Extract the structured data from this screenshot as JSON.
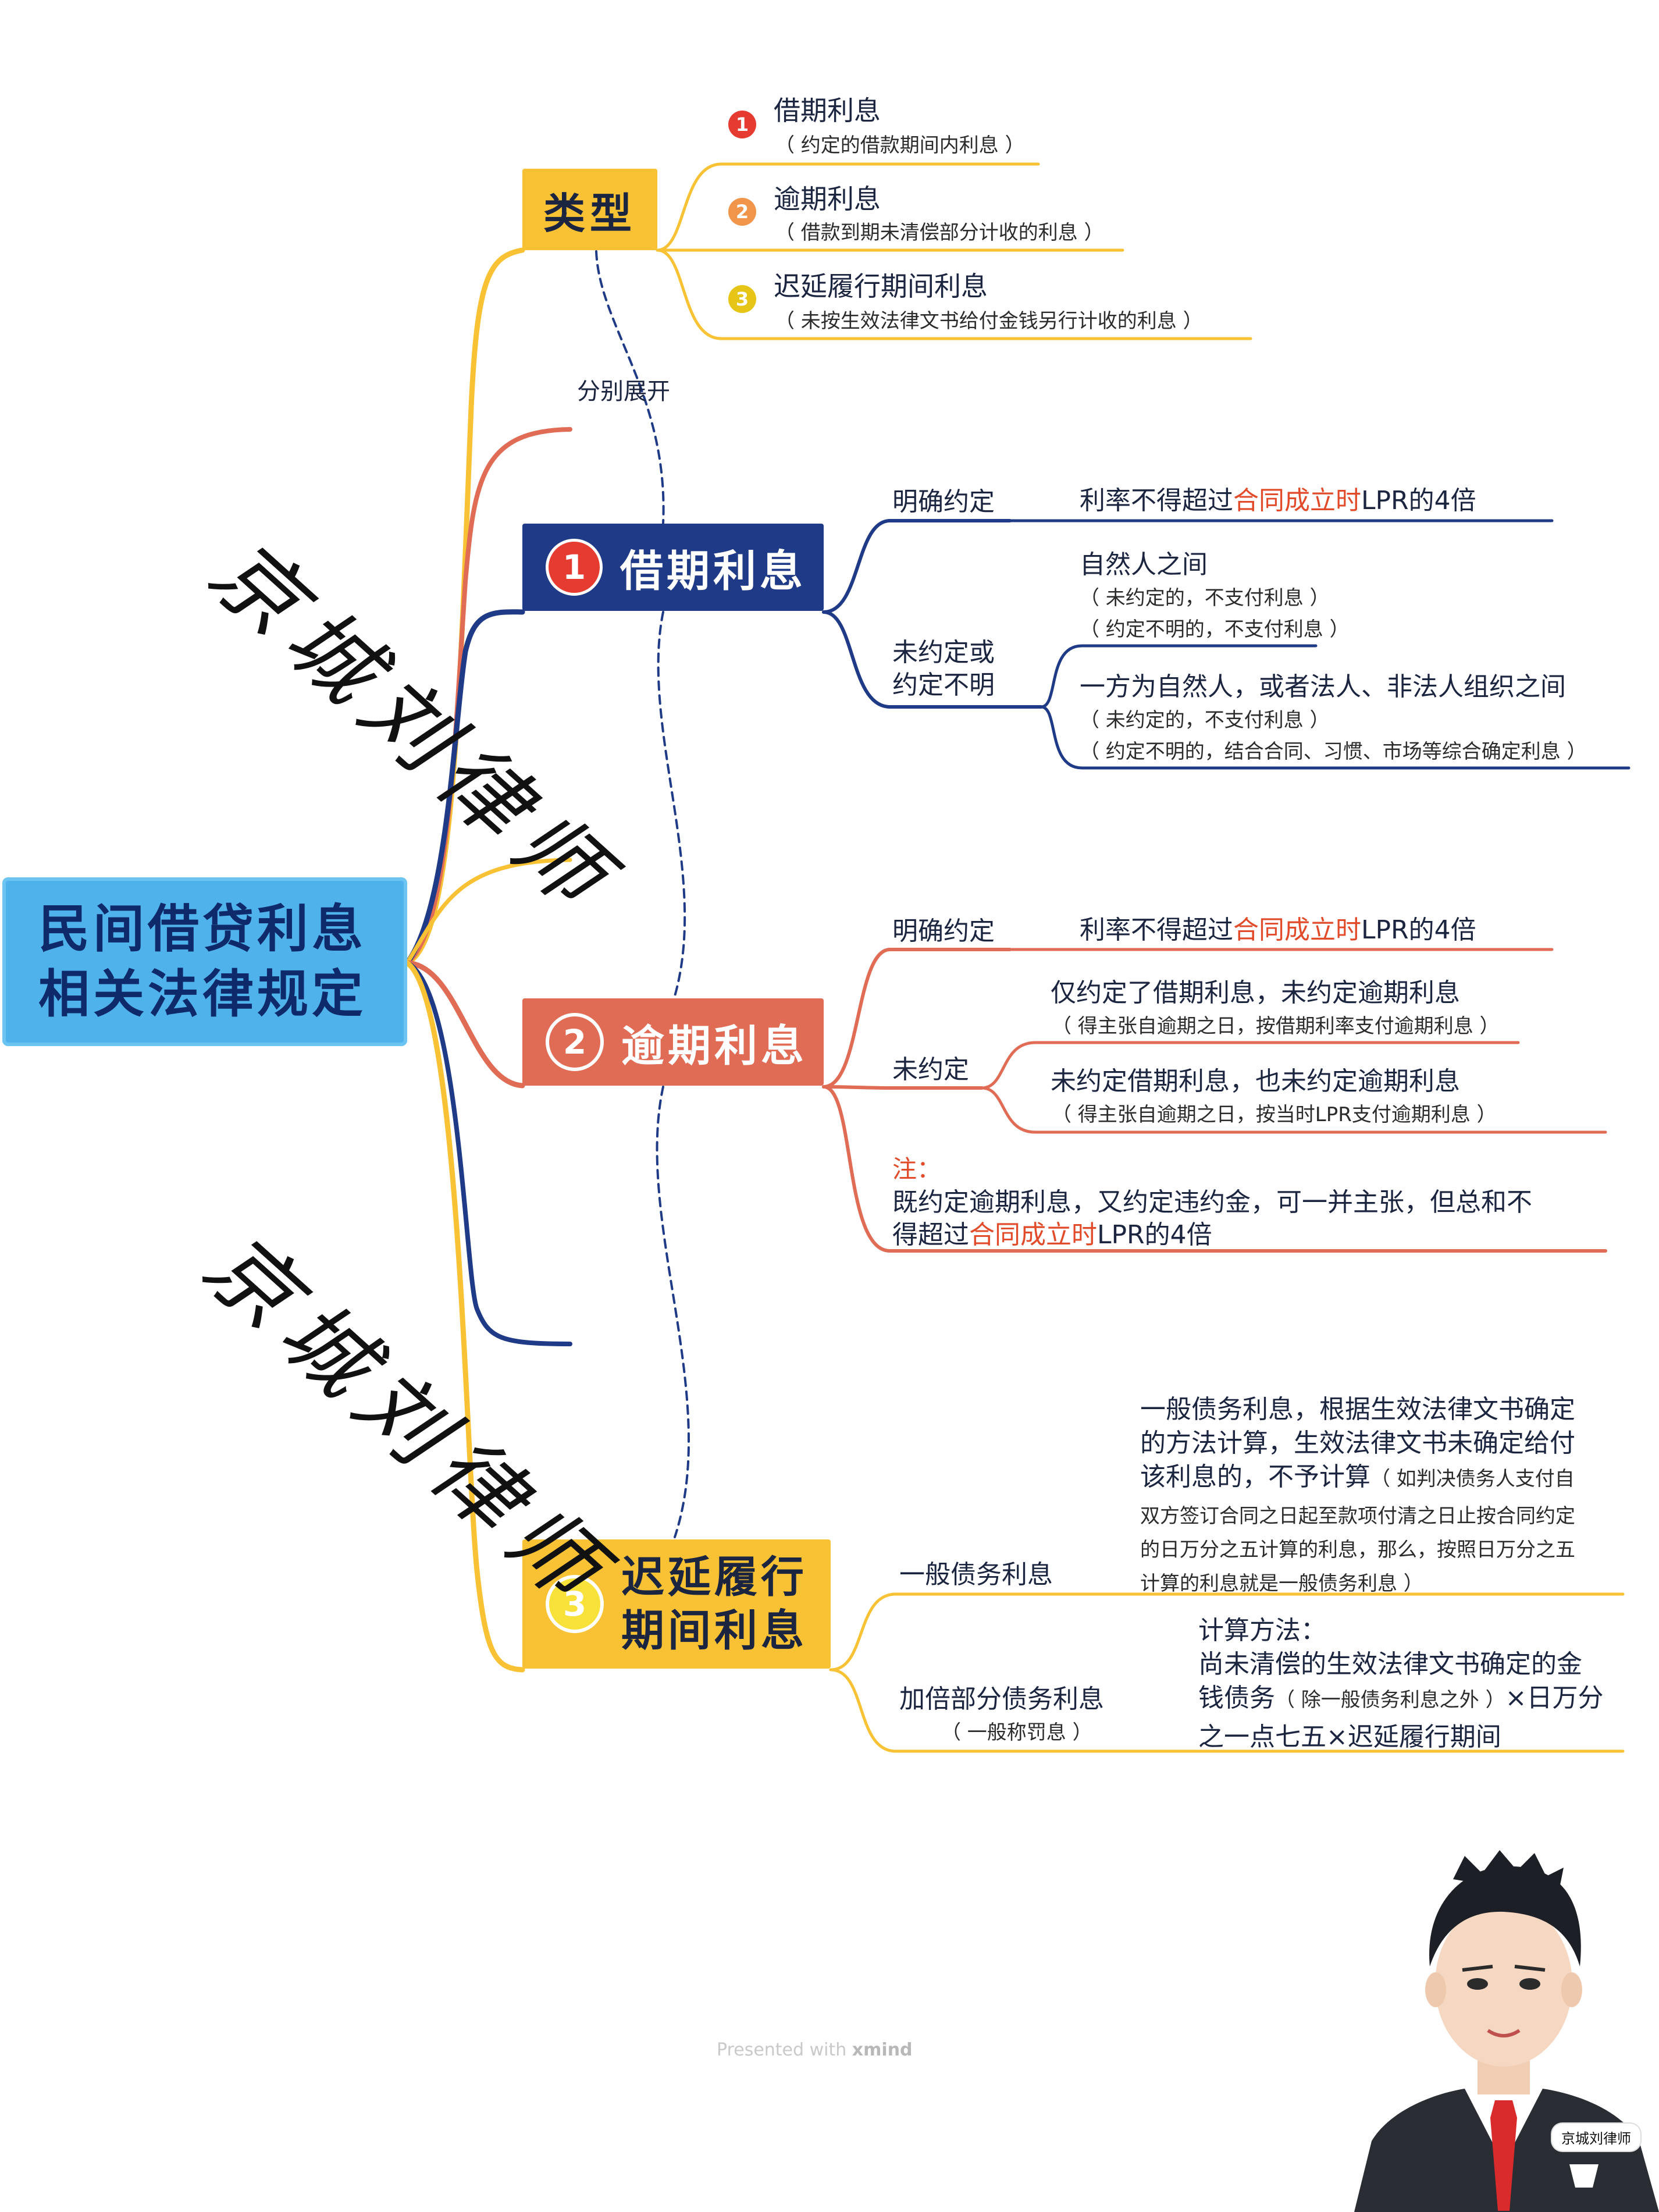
{
  "root": {
    "line1": "民间借贷利息",
    "line2": "相关法律规定"
  },
  "types": {
    "label": "类型",
    "items": [
      {
        "num": "1",
        "title": "借期利息",
        "desc": "（ 约定的借款期间内利息 ）",
        "color": "#e53b30"
      },
      {
        "num": "2",
        "title": "逾期利息",
        "desc": "（ 借款到期未清偿部分计收的利息 ）",
        "color": "#f0954a"
      },
      {
        "num": "3",
        "title": "迟延履行期间利息",
        "desc": "（ 未按生效法律文书给付金钱另行计收的利息 ）",
        "color": "#e6c517"
      }
    ],
    "link_label": "分别展开"
  },
  "branch1": {
    "num": "1",
    "label": "借期利息",
    "agreed": {
      "label": "明确约定",
      "pre": "利率不得超过",
      "highlight": "合同成立时",
      "post": "LPR的4倍"
    },
    "unagreed": {
      "label_line1": "未约定或",
      "label_line2": "约定不明",
      "case1": {
        "title": "自然人之间",
        "note1": "（ 未约定的，不支付利息 ）",
        "note2": "（ 约定不明的，不支付利息 ）"
      },
      "case2": {
        "title": "一方为自然人，或者法人、非法人组织之间",
        "note1": "（ 未约定的，不支付利息 ）",
        "note2": "（ 约定不明的，结合合同、习惯、市场等综合确定利息 ）"
      }
    }
  },
  "branch2": {
    "num": "2",
    "label": "逾期利息",
    "agreed": {
      "label": "明确约定",
      "pre": "利率不得超过",
      "highlight": "合同成立时",
      "post": "LPR的4倍"
    },
    "unagreed": {
      "label": "未约定",
      "case1": {
        "title": "仅约定了借期利息，未约定逾期利息",
        "note": "（ 得主张自逾期之日，按借期利率支付逾期利息 ）"
      },
      "case2": {
        "title": "未约定借期利息，也未约定逾期利息",
        "note": "（ 得主张自逾期之日，按当时LPR支付逾期利息 ）"
      }
    },
    "note": {
      "label": "注：",
      "line1": "既约定逾期利息，又约定违约金，可一并主张，但总和不",
      "line2_pre": "得超过",
      "line2_highlight": "合同成立时",
      "line2_post": "LPR的4倍"
    }
  },
  "branch3": {
    "num": "3",
    "label_line1": "迟延履行",
    "label_line2": "期间利息",
    "general": {
      "label": "一般债务利息",
      "line1": "一般债务利息，根据生效法律文书确定",
      "line2": "的方法计算，生效法律文书未确定给付",
      "line3_big": "该利息的，不予计算",
      "line3_small": "（ 如判决债务人支付自",
      "line4": "双方签订合同之日起至款项付清之日止按合同约定",
      "line5": "的日万分之五计算的利息，那么，按照日万分之五",
      "line6": "计算的利息就是一般债务利息 ）"
    },
    "double": {
      "label": "加倍部分债务利息",
      "sub": "（ 一般称罚息 ）",
      "line1": "计算方法：",
      "line2": "尚未清偿的生效法律文书确定的金",
      "line3_big1": "钱债务",
      "line3_small": "（ 除一般债务利息之外 ）",
      "line3_big2": "×日万分",
      "line4": "之一点七五×迟延履行期间"
    }
  },
  "watermark": "京城刘律师",
  "footer": {
    "presented": "Presented with",
    "brand": "xmind"
  },
  "avatar_badge": "京城刘律师",
  "colors": {
    "navy": "#1f3a86",
    "coral": "#e06c55",
    "yellow": "#f8c234",
    "sky": "#4fb2ea",
    "red_text": "#e14b2a"
  }
}
